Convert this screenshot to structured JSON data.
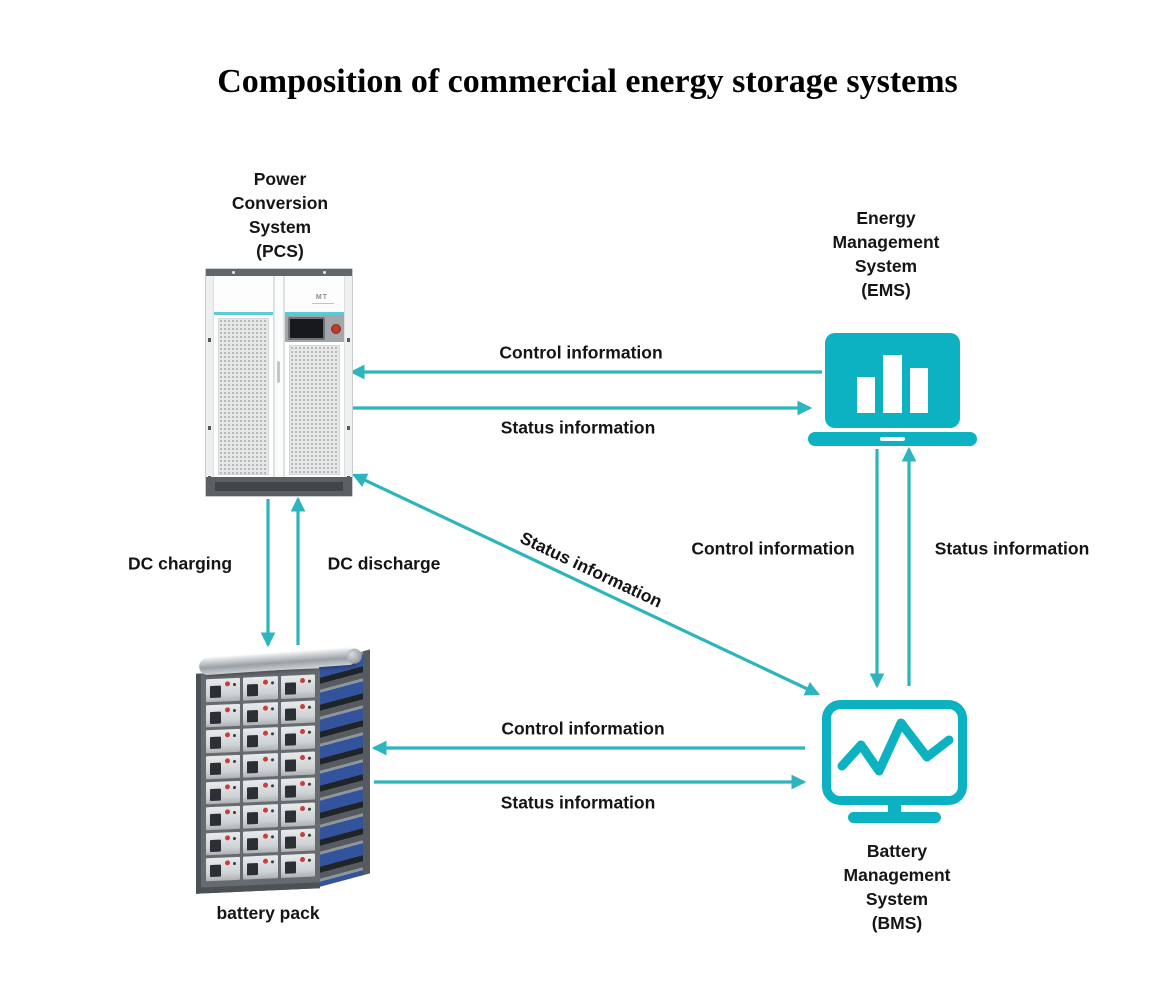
{
  "title": "Composition of commercial energy storage systems",
  "colors": {
    "icon_teal": "#0cb2c1",
    "arrow_teal": "#2cb5bc"
  },
  "nodes": {
    "pcs": {
      "lines": [
        "Power",
        "Conversion",
        "System",
        "(PCS)"
      ]
    },
    "ems": {
      "lines": [
        "Energy",
        "Management",
        "System",
        "(EMS)"
      ]
    },
    "bms": {
      "lines": [
        "Battery",
        "Management",
        "System",
        "(BMS)"
      ]
    },
    "battery_pack": {
      "label": "battery pack"
    }
  },
  "pcs_device": {
    "logo": "MT"
  },
  "edges": {
    "ems_to_pcs": "Control information",
    "pcs_to_ems": "Status information",
    "pcs_to_battery": "DC charging",
    "battery_to_pcs": "DC discharge",
    "pcs_to_bms": "Status information",
    "ems_to_bms": "Control information",
    "bms_to_ems": "Status information",
    "bms_to_battery": "Control information",
    "battery_to_bms": "Status information"
  }
}
